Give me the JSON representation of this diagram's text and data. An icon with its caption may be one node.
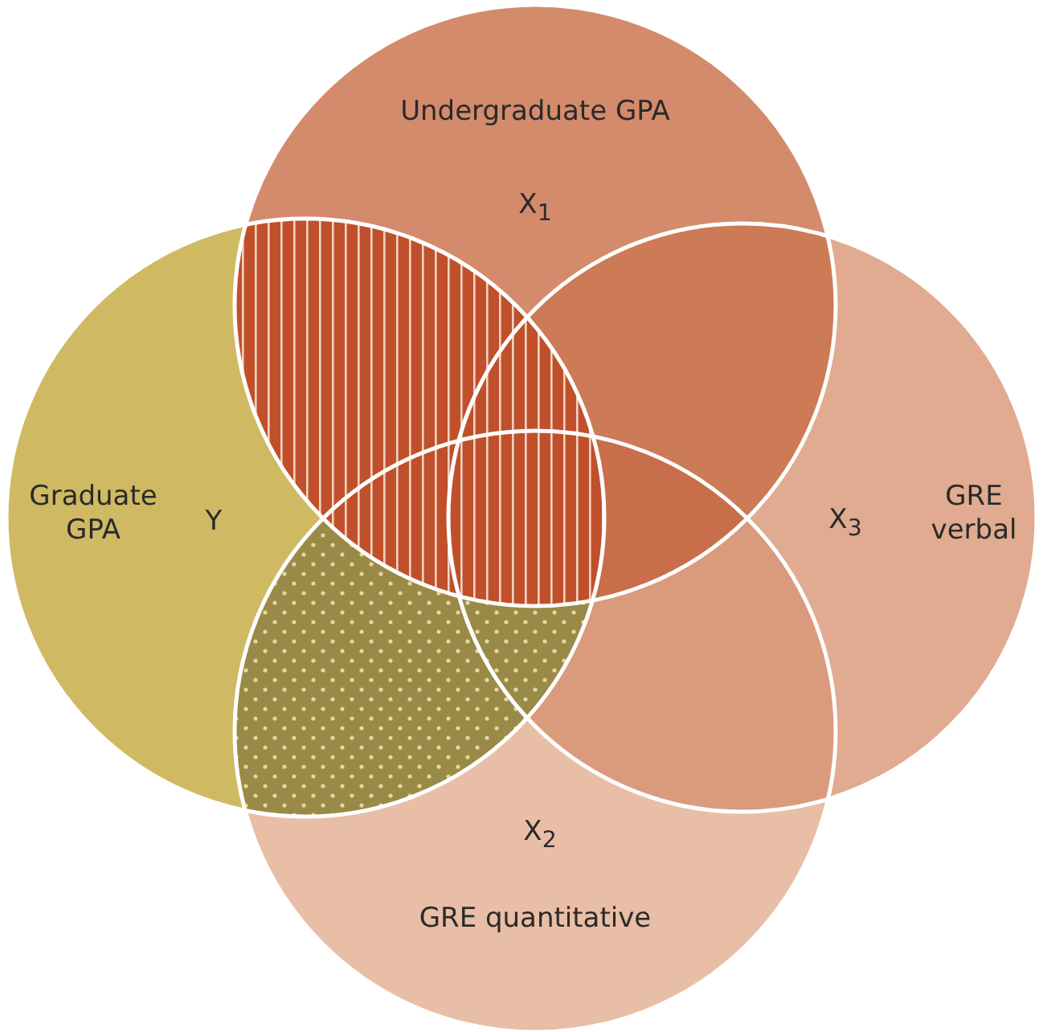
{
  "diagram": {
    "nodes": [
      {
        "text": [
          "Graduate GPA",
          "Y"
        ]
      },
      {
        "text": [
          "Undergraduate GPA",
          "X$_{1}$"
        ]
      },
      {
        "text": [
          "X$_{3}$",
          "GRE verbal"
        ]
      },
      {
        "text": [
          "X$_{2}$",
          "GRE quantitative"
        ]
      }
    ]
  }
}
